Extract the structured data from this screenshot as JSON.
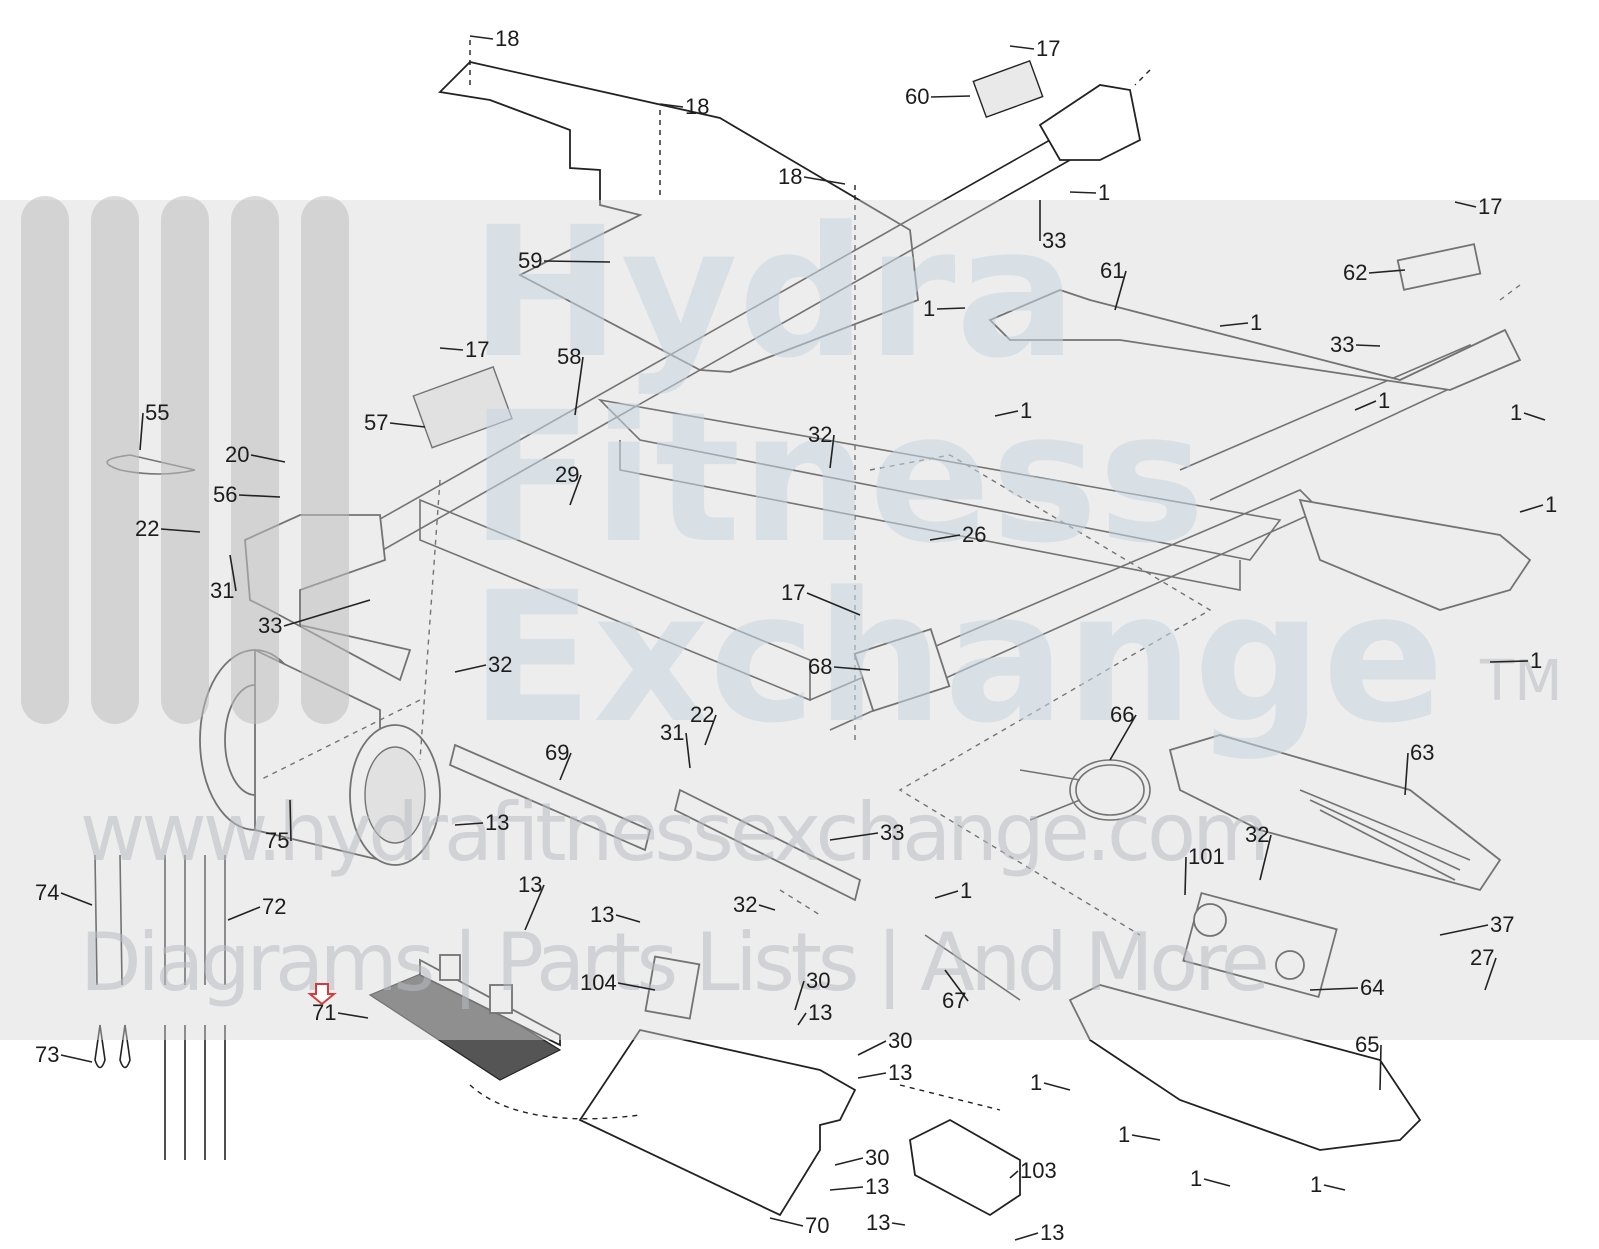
{
  "watermark": {
    "line1": "Hydra",
    "line2": "Fitness",
    "line3": "Exchange",
    "tm": "TM",
    "url": "www.hydrafitnessexchange.com",
    "tagline": "Diagrams | Parts Lists | And More"
  },
  "labels": [
    {
      "id": "l18a",
      "text": "18"
    },
    {
      "id": "l18b",
      "text": "18"
    },
    {
      "id": "l18c",
      "text": "18"
    },
    {
      "id": "l17a",
      "text": "17"
    },
    {
      "id": "l60",
      "text": "60"
    },
    {
      "id": "l1a",
      "text": "1"
    },
    {
      "id": "l33a",
      "text": "33"
    },
    {
      "id": "l17b",
      "text": "17"
    },
    {
      "id": "l59",
      "text": "59"
    },
    {
      "id": "l61",
      "text": "61"
    },
    {
      "id": "l62",
      "text": "62"
    },
    {
      "id": "l1b",
      "text": "1"
    },
    {
      "id": "l1c",
      "text": "1"
    },
    {
      "id": "l33b",
      "text": "33"
    },
    {
      "id": "l17c",
      "text": "17"
    },
    {
      "id": "l58",
      "text": "58"
    },
    {
      "id": "l57",
      "text": "57"
    },
    {
      "id": "l55",
      "text": "55"
    },
    {
      "id": "l1d",
      "text": "1"
    },
    {
      "id": "l1e",
      "text": "1"
    },
    {
      "id": "l1f",
      "text": "1"
    },
    {
      "id": "l32a",
      "text": "32"
    },
    {
      "id": "l20",
      "text": "20"
    },
    {
      "id": "l56",
      "text": "56"
    },
    {
      "id": "l29",
      "text": "29"
    },
    {
      "id": "l22a",
      "text": "22"
    },
    {
      "id": "l26",
      "text": "26"
    },
    {
      "id": "l1g",
      "text": "1"
    },
    {
      "id": "l31a",
      "text": "31"
    },
    {
      "id": "l17d",
      "text": "17"
    },
    {
      "id": "l33c",
      "text": "33"
    },
    {
      "id": "l32b",
      "text": "32"
    },
    {
      "id": "l68",
      "text": "68"
    },
    {
      "id": "l1h",
      "text": "1"
    },
    {
      "id": "l22b",
      "text": "22"
    },
    {
      "id": "l31b",
      "text": "31"
    },
    {
      "id": "l69",
      "text": "69"
    },
    {
      "id": "l66",
      "text": "66"
    },
    {
      "id": "l63",
      "text": "63"
    },
    {
      "id": "l75",
      "text": "75"
    },
    {
      "id": "l13a",
      "text": "13"
    },
    {
      "id": "l33d",
      "text": "33"
    },
    {
      "id": "l32c",
      "text": "32"
    },
    {
      "id": "l74",
      "text": "74"
    },
    {
      "id": "l72",
      "text": "72"
    },
    {
      "id": "l101",
      "text": "101"
    },
    {
      "id": "l1i",
      "text": "1"
    },
    {
      "id": "l13b",
      "text": "13"
    },
    {
      "id": "l13c",
      "text": "13"
    },
    {
      "id": "l32d",
      "text": "32"
    },
    {
      "id": "l37",
      "text": "37"
    },
    {
      "id": "l104",
      "text": "104"
    },
    {
      "id": "l30a",
      "text": "30"
    },
    {
      "id": "l67",
      "text": "67"
    },
    {
      "id": "l64",
      "text": "64"
    },
    {
      "id": "l27",
      "text": "27"
    },
    {
      "id": "l71",
      "text": "71"
    },
    {
      "id": "l13d",
      "text": "13"
    },
    {
      "id": "l73",
      "text": "73"
    },
    {
      "id": "l30b",
      "text": "30"
    },
    {
      "id": "l13e",
      "text": "13"
    },
    {
      "id": "l65",
      "text": "65"
    },
    {
      "id": "l1j",
      "text": "1"
    },
    {
      "id": "l1k",
      "text": "1"
    },
    {
      "id": "l30c",
      "text": "30"
    },
    {
      "id": "l13f",
      "text": "13"
    },
    {
      "id": "l103",
      "text": "103"
    },
    {
      "id": "l1l",
      "text": "1"
    },
    {
      "id": "l1m",
      "text": "1"
    },
    {
      "id": "l70",
      "text": "70"
    },
    {
      "id": "l13g",
      "text": "13"
    },
    {
      "id": "l13h",
      "text": "13"
    }
  ]
}
